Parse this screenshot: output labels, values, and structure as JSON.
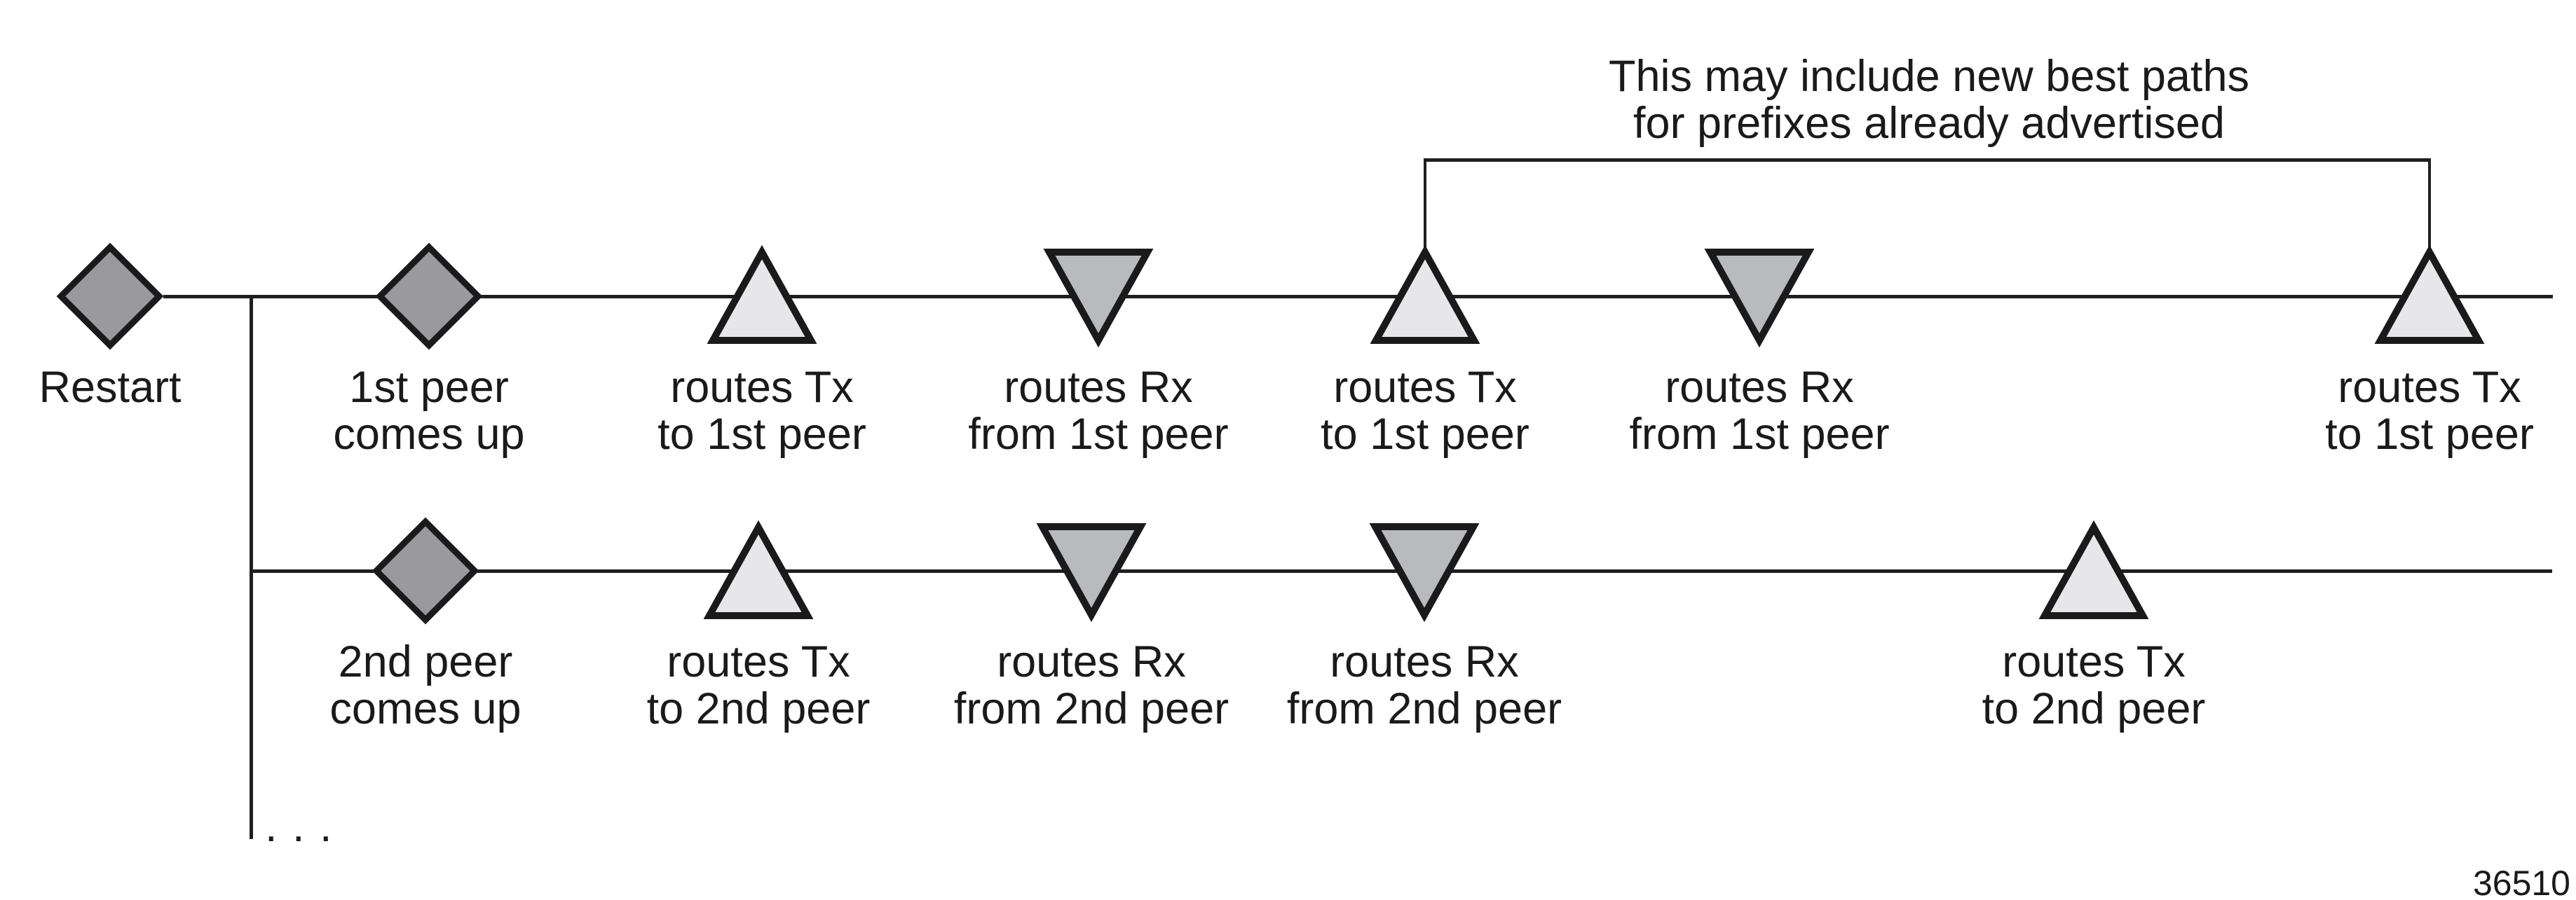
{
  "annotation": {
    "line1": "This may include new best paths",
    "line2": "for prefixes already advertised"
  },
  "figure_number": "36510",
  "ellipsis": ". . .",
  "colors": {
    "line": "#1f1f1f",
    "text": "#1a1a1a",
    "diamond_fill": "#9a9a9e",
    "tx_up_triangle_fill": "#e7e7e9",
    "rx_down_triangle_fill": "#b9babe"
  },
  "timeline1": {
    "events": [
      {
        "shape": "diamond",
        "label1": "Restart",
        "label2": ""
      },
      {
        "shape": "diamond",
        "label1": "1st peer",
        "label2": "comes up"
      },
      {
        "shape": "triangle-up",
        "label1": "routes Tx",
        "label2": "to 1st peer"
      },
      {
        "shape": "triangle-down",
        "label1": "routes Rx",
        "label2": "from 1st peer"
      },
      {
        "shape": "triangle-up",
        "label1": "routes Tx",
        "label2": "to 1st peer"
      },
      {
        "shape": "triangle-down",
        "label1": "routes Rx",
        "label2": "from 1st peer"
      },
      {
        "shape": "triangle-up",
        "label1": "routes Tx",
        "label2": "to 1st peer"
      }
    ]
  },
  "timeline2": {
    "events": [
      {
        "shape": "diamond",
        "label1": "2nd peer",
        "label2": "comes up"
      },
      {
        "shape": "triangle-up",
        "label1": "routes Tx",
        "label2": "to 2nd peer"
      },
      {
        "shape": "triangle-down",
        "label1": "routes Rx",
        "label2": "from 2nd peer"
      },
      {
        "shape": "triangle-down",
        "label1": "routes Rx",
        "label2": "from 2nd peer"
      },
      {
        "shape": "triangle-up",
        "label1": "routes Tx",
        "label2": "to 2nd peer"
      }
    ]
  }
}
